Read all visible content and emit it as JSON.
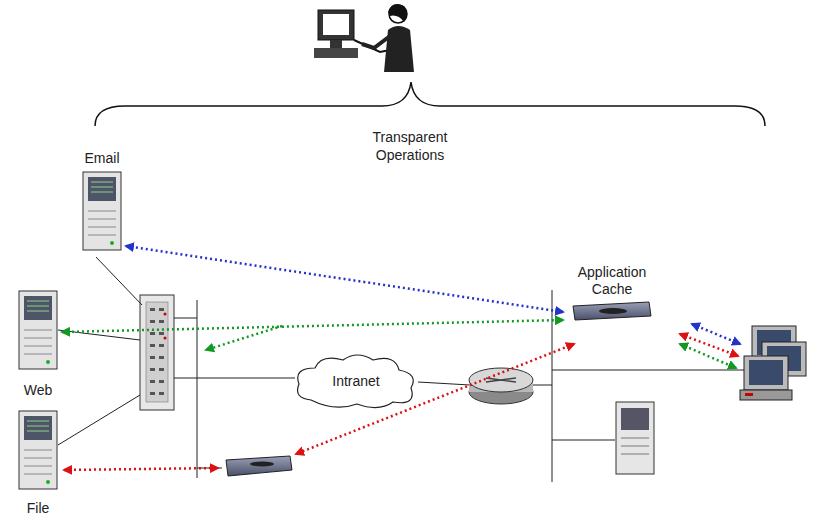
{
  "diagram": {
    "nodes": [
      {
        "text": [
          "Email"
        ]
      },
      {
        "text": [
          "Web"
        ]
      },
      {
        "text": [
          "File"
        ]
      },
      {
        "text": [
          "Intranet"
        ]
      },
      {
        "text": [
          "Application Cache"
        ]
      }
    ],
    "edges": [
      {
        "from": 0,
        "to": 4,
        "arrow": "both"
      },
      {
        "from": 1,
        "to": 4,
        "arrow": "both"
      }
    ],
    "labels": [
      "Transparent Operations"
    ]
  }
}
